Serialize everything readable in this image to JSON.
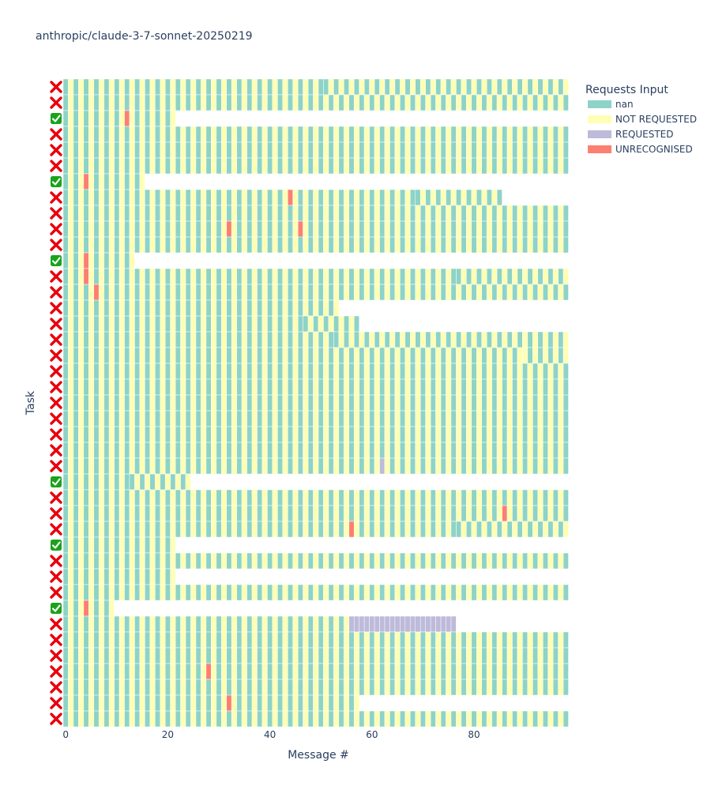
{
  "chart_data": {
    "type": "heatmap",
    "title": "anthropic/claude-3-7-sonnet-20250219",
    "xlabel": "Message #",
    "ylabel": "Task",
    "x_ticks": [
      0,
      20,
      40,
      60,
      80
    ],
    "xlim": [
      -0.5,
      99.5
    ],
    "legend": {
      "title": "Requests Input",
      "position": "top-right",
      "entries": [
        {
          "key": "nan",
          "label": "nan",
          "color": "#8dd3c7"
        },
        {
          "key": "NOT REQUESTED",
          "label": "NOT REQUESTED",
          "color": "#ffffb3"
        },
        {
          "key": "REQUESTED",
          "label": "REQUESTED",
          "color": "#bebada"
        },
        {
          "key": "UNRECOGNISED",
          "label": "UNRECOGNISED",
          "color": "#fb8072"
        }
      ]
    },
    "status_colors": {
      "success": "#1aa31a",
      "failure": "#e8000b"
    },
    "tasks": [
      {
        "status": "fail",
        "length": 99,
        "overrides": [
          [
            0,
            50,
            "nan"
          ]
        ]
      },
      {
        "status": "fail",
        "length": 99,
        "overrides": []
      },
      {
        "status": "pass",
        "length": 22,
        "overrides": [
          [
            12,
            12,
            "UNRECOGNISED"
          ]
        ]
      },
      {
        "status": "fail",
        "length": 99,
        "overrides": []
      },
      {
        "status": "fail",
        "length": 99,
        "overrides": []
      },
      {
        "status": "fail",
        "length": 99,
        "overrides": []
      },
      {
        "status": "pass",
        "length": 16,
        "overrides": [
          [
            4,
            4,
            "UNRECOGNISED"
          ]
        ]
      },
      {
        "status": "fail",
        "length": 86,
        "overrides": [
          [
            44,
            44,
            "UNRECOGNISED"
          ],
          [
            0,
            68,
            "nan"
          ]
        ]
      },
      {
        "status": "fail",
        "length": 99,
        "overrides": []
      },
      {
        "status": "fail",
        "length": 99,
        "overrides": [
          [
            32,
            32,
            "UNRECOGNISED"
          ],
          [
            46,
            46,
            "UNRECOGNISED"
          ]
        ]
      },
      {
        "status": "fail",
        "length": 99,
        "overrides": []
      },
      {
        "status": "pass",
        "length": 14,
        "overrides": [
          [
            4,
            4,
            "UNRECOGNISED"
          ]
        ]
      },
      {
        "status": "fail",
        "length": 99,
        "overrides": [
          [
            4,
            4,
            "UNRECOGNISED"
          ],
          [
            0,
            76,
            "nan"
          ]
        ]
      },
      {
        "status": "fail",
        "length": 99,
        "overrides": [
          [
            6,
            6,
            "UNRECOGNISED"
          ]
        ]
      },
      {
        "status": "fail",
        "length": 54,
        "overrides": []
      },
      {
        "status": "fail",
        "length": 58,
        "overrides": [
          [
            33,
            46,
            "nan"
          ]
        ]
      },
      {
        "status": "fail",
        "length": 99,
        "overrides": [
          [
            33,
            52,
            "nan"
          ]
        ]
      },
      {
        "status": "fail",
        "length": 99,
        "overrides": [
          [
            0,
            89,
            "nan"
          ]
        ]
      },
      {
        "status": "fail",
        "length": 99,
        "overrides": []
      },
      {
        "status": "fail",
        "length": 99,
        "overrides": []
      },
      {
        "status": "fail",
        "length": 99,
        "overrides": []
      },
      {
        "status": "fail",
        "length": 99,
        "overrides": []
      },
      {
        "status": "fail",
        "length": 99,
        "overrides": []
      },
      {
        "status": "fail",
        "length": 99,
        "overrides": []
      },
      {
        "status": "fail",
        "length": 99,
        "overrides": [
          [
            62,
            62,
            "REQUESTED"
          ]
        ]
      },
      {
        "status": "pass",
        "length": 25,
        "overrides": [
          [
            0,
            12,
            "nan"
          ]
        ]
      },
      {
        "status": "fail",
        "length": 99,
        "overrides": []
      },
      {
        "status": "fail",
        "length": 99,
        "overrides": [
          [
            86,
            86,
            "UNRECOGNISED"
          ]
        ]
      },
      {
        "status": "fail",
        "length": 99,
        "overrides": [
          [
            56,
            56,
            "UNRECOGNISED"
          ],
          [
            0,
            76,
            "nan"
          ]
        ]
      },
      {
        "status": "pass",
        "length": 22,
        "overrides": []
      },
      {
        "status": "fail",
        "length": 99,
        "overrides": []
      },
      {
        "status": "fail",
        "length": 22,
        "overrides": []
      },
      {
        "status": "fail",
        "length": 99,
        "overrides": []
      },
      {
        "status": "pass",
        "length": 10,
        "overrides": [
          [
            4,
            4,
            "UNRECOGNISED"
          ]
        ]
      },
      {
        "status": "fail",
        "length": 77,
        "overrides": [
          [
            56,
            76,
            "REQUESTED"
          ]
        ]
      },
      {
        "status": "fail",
        "length": 99,
        "overrides": []
      },
      {
        "status": "fail",
        "length": 99,
        "overrides": []
      },
      {
        "status": "fail",
        "length": 99,
        "overrides": [
          [
            28,
            28,
            "UNRECOGNISED"
          ]
        ]
      },
      {
        "status": "fail",
        "length": 99,
        "overrides": []
      },
      {
        "status": "fail",
        "length": 58,
        "overrides": [
          [
            32,
            32,
            "UNRECOGNISED"
          ]
        ]
      },
      {
        "status": "fail",
        "length": 99,
        "overrides": []
      }
    ]
  }
}
